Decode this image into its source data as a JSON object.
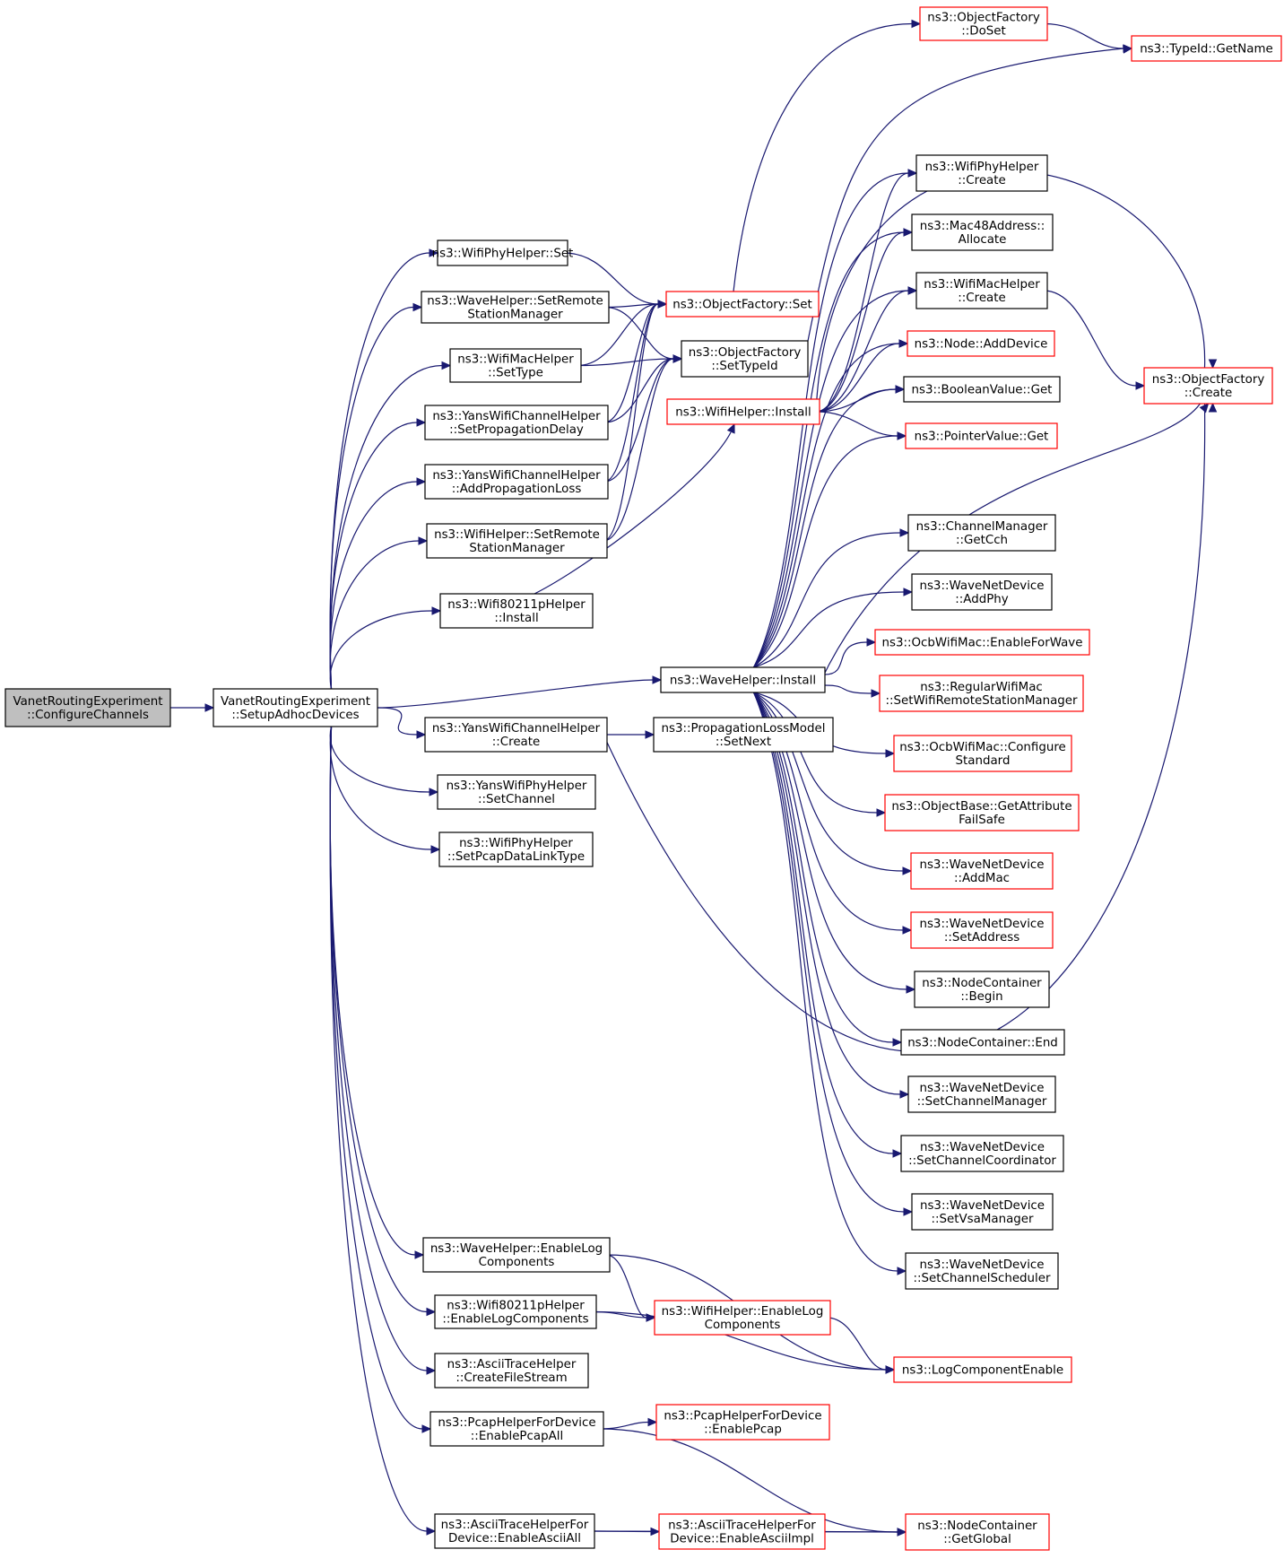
{
  "diagram": {
    "title": "",
    "nodes": [
      {
        "id": "configure_channels",
        "lines": [
          "VanetRoutingExperiment",
          "::ConfigureChannels"
        ],
        "style": "root"
      },
      {
        "id": "setup_adhoc_devices",
        "lines": [
          "VanetRoutingExperiment",
          "::SetupAdhocDevices"
        ],
        "style": "normal"
      },
      {
        "id": "wifiphyhelper_set",
        "lines": [
          "ns3::WifiPhyHelper::Set"
        ],
        "style": "normal"
      },
      {
        "id": "wavehelper_setremote",
        "lines": [
          "ns3::WaveHelper::SetRemote",
          "StationManager"
        ],
        "style": "normal"
      },
      {
        "id": "wifimachelper_settype",
        "lines": [
          "ns3::WifiMacHelper",
          "::SetType"
        ],
        "style": "normal"
      },
      {
        "id": "yans_setpropdelay",
        "lines": [
          "ns3::YansWifiChannelHelper",
          "::SetPropagationDelay"
        ],
        "style": "normal"
      },
      {
        "id": "yans_addproploss",
        "lines": [
          "ns3::YansWifiChannelHelper",
          "::AddPropagationLoss"
        ],
        "style": "normal"
      },
      {
        "id": "wifihelper_setremote",
        "lines": [
          "ns3::WifiHelper::SetRemote",
          "StationManager"
        ],
        "style": "normal"
      },
      {
        "id": "wifi80211p_install",
        "lines": [
          "ns3::Wifi80211pHelper",
          "::Install"
        ],
        "style": "normal"
      },
      {
        "id": "yans_create",
        "lines": [
          "ns3::YansWifiChannelHelper",
          "::Create"
        ],
        "style": "normal"
      },
      {
        "id": "yansphy_setchannel",
        "lines": [
          "ns3::YansWifiPhyHelper",
          "::SetChannel"
        ],
        "style": "normal"
      },
      {
        "id": "wifiphy_setpcap",
        "lines": [
          "ns3::WifiPhyHelper",
          "::SetPcapDataLinkType"
        ],
        "style": "normal"
      },
      {
        "id": "wavehelper_enablelog",
        "lines": [
          "ns3::WaveHelper::EnableLog",
          "Components"
        ],
        "style": "normal"
      },
      {
        "id": "wifi80211p_enablelog",
        "lines": [
          "ns3::Wifi80211pHelper",
          "::EnableLogComponents"
        ],
        "style": "normal"
      },
      {
        "id": "ascii_createfilestream",
        "lines": [
          "ns3::AsciiTraceHelper",
          "::CreateFileStream"
        ],
        "style": "normal"
      },
      {
        "id": "pcapdev_enablepcapall",
        "lines": [
          "ns3::PcapHelperForDevice",
          "::EnablePcapAll"
        ],
        "style": "normal"
      },
      {
        "id": "asciidev_enableasciiall",
        "lines": [
          "ns3::AsciiTraceHelperFor",
          "Device::EnableAsciiAll"
        ],
        "style": "normal"
      },
      {
        "id": "objectfactory_doset",
        "lines": [
          "ns3::ObjectFactory",
          "::DoSet"
        ],
        "style": "ext"
      },
      {
        "id": "typeid_getname",
        "lines": [
          "ns3::TypeId::GetName"
        ],
        "style": "ext"
      },
      {
        "id": "objectfactory_set",
        "lines": [
          "ns3::ObjectFactory::Set"
        ],
        "style": "ext"
      },
      {
        "id": "objectfactory_settypeid",
        "lines": [
          "ns3::ObjectFactory",
          "::SetTypeId"
        ],
        "style": "normal"
      },
      {
        "id": "wifihelper_install",
        "lines": [
          "ns3::WifiHelper::Install"
        ],
        "style": "ext"
      },
      {
        "id": "wavehelper_install",
        "lines": [
          "ns3::WaveHelper::Install"
        ],
        "style": "normal"
      },
      {
        "id": "proploss_setnext",
        "lines": [
          "ns3::PropagationLossModel",
          "::SetNext"
        ],
        "style": "normal"
      },
      {
        "id": "wifihelper_enablelog",
        "lines": [
          "ns3::WifiHelper::EnableLog",
          "Components"
        ],
        "style": "ext"
      },
      {
        "id": "logcomponentenable",
        "lines": [
          "ns3::LogComponentEnable"
        ],
        "style": "ext"
      },
      {
        "id": "pcapdev_enablepcap",
        "lines": [
          "ns3::PcapHelperForDevice",
          "::EnablePcap"
        ],
        "style": "ext"
      },
      {
        "id": "asciidev_enableasciiimpl",
        "lines": [
          "ns3::AsciiTraceHelperFor",
          "Device::EnableAsciiImpl"
        ],
        "style": "ext"
      },
      {
        "id": "nodecontainer_getglobal",
        "lines": [
          "ns3::NodeContainer",
          "::GetGlobal"
        ],
        "style": "ext"
      },
      {
        "id": "wifiphyhelper_create",
        "lines": [
          "ns3::WifiPhyHelper",
          "::Create"
        ],
        "style": "normal"
      },
      {
        "id": "mac48_allocate",
        "lines": [
          "ns3::Mac48Address::",
          "Allocate"
        ],
        "style": "normal"
      },
      {
        "id": "wifimachelper_create",
        "lines": [
          "ns3::WifiMacHelper",
          "::Create"
        ],
        "style": "normal"
      },
      {
        "id": "node_adddevice",
        "lines": [
          "ns3::Node::AddDevice"
        ],
        "style": "ext"
      },
      {
        "id": "booleanvalue_get",
        "lines": [
          "ns3::BooleanValue::Get"
        ],
        "style": "normal"
      },
      {
        "id": "pointervalue_get",
        "lines": [
          "ns3::PointerValue::Get"
        ],
        "style": "ext"
      },
      {
        "id": "objectfactory_create",
        "lines": [
          "ns3::ObjectFactory",
          "::Create"
        ],
        "style": "ext"
      },
      {
        "id": "channelmanager_getcch",
        "lines": [
          "ns3::ChannelManager",
          "::GetCch"
        ],
        "style": "normal"
      },
      {
        "id": "wavenetdevice_addphy",
        "lines": [
          "ns3::WaveNetDevice",
          "::AddPhy"
        ],
        "style": "normal"
      },
      {
        "id": "ocb_enableforwave",
        "lines": [
          "ns3::OcbWifiMac::EnableForWave"
        ],
        "style": "ext"
      },
      {
        "id": "regularwifimac_setremote",
        "lines": [
          "ns3::RegularWifiMac",
          "::SetWifiRemoteStationManager"
        ],
        "style": "ext"
      },
      {
        "id": "ocb_configurestandard",
        "lines": [
          "ns3::OcbWifiMac::Configure",
          "Standard"
        ],
        "style": "ext"
      },
      {
        "id": "objectbase_getattrfailsafe",
        "lines": [
          "ns3::ObjectBase::GetAttribute",
          "FailSafe"
        ],
        "style": "ext"
      },
      {
        "id": "wavenetdevice_addmac",
        "lines": [
          "ns3::WaveNetDevice",
          "::AddMac"
        ],
        "style": "ext"
      },
      {
        "id": "wavenetdevice_setaddress",
        "lines": [
          "ns3::WaveNetDevice",
          "::SetAddress"
        ],
        "style": "ext"
      },
      {
        "id": "nodecontainer_begin",
        "lines": [
          "ns3::NodeContainer",
          "::Begin"
        ],
        "style": "normal"
      },
      {
        "id": "nodecontainer_end",
        "lines": [
          "ns3::NodeContainer::End"
        ],
        "style": "normal"
      },
      {
        "id": "wavenetdevice_setchannelmanager",
        "lines": [
          "ns3::WaveNetDevice",
          "::SetChannelManager"
        ],
        "style": "normal"
      },
      {
        "id": "wavenetdevice_setchannelcoordinator",
        "lines": [
          "ns3::WaveNetDevice",
          "::SetChannelCoordinator"
        ],
        "style": "normal"
      },
      {
        "id": "wavenetdevice_setvsamanager",
        "lines": [
          "ns3::WaveNetDevice",
          "::SetVsaManager"
        ],
        "style": "normal"
      },
      {
        "id": "wavenetdevice_setchannelscheduler",
        "lines": [
          "ns3::WaveNetDevice",
          "::SetChannelScheduler"
        ],
        "style": "normal"
      }
    ],
    "edges": [
      [
        "configure_channels",
        "setup_adhoc_devices"
      ],
      [
        "setup_adhoc_devices",
        "wifiphyhelper_set"
      ],
      [
        "setup_adhoc_devices",
        "wavehelper_setremote"
      ],
      [
        "setup_adhoc_devices",
        "wifimachelper_settype"
      ],
      [
        "setup_adhoc_devices",
        "yans_setpropdelay"
      ],
      [
        "setup_adhoc_devices",
        "yans_addproploss"
      ],
      [
        "setup_adhoc_devices",
        "wifihelper_setremote"
      ],
      [
        "setup_adhoc_devices",
        "wifi80211p_install"
      ],
      [
        "setup_adhoc_devices",
        "wavehelper_install"
      ],
      [
        "setup_adhoc_devices",
        "yans_create"
      ],
      [
        "setup_adhoc_devices",
        "yansphy_setchannel"
      ],
      [
        "setup_adhoc_devices",
        "wifiphy_setpcap"
      ],
      [
        "setup_adhoc_devices",
        "wavehelper_enablelog"
      ],
      [
        "setup_adhoc_devices",
        "wifi80211p_enablelog"
      ],
      [
        "setup_adhoc_devices",
        "ascii_createfilestream"
      ],
      [
        "setup_adhoc_devices",
        "pcapdev_enablepcapall"
      ],
      [
        "setup_adhoc_devices",
        "asciidev_enableasciiall"
      ],
      [
        "wifiphyhelper_set",
        "objectfactory_set"
      ],
      [
        "wavehelper_setremote",
        "objectfactory_set"
      ],
      [
        "wavehelper_setremote",
        "objectfactory_settypeid"
      ],
      [
        "wifimachelper_settype",
        "objectfactory_set"
      ],
      [
        "wifimachelper_settype",
        "objectfactory_settypeid"
      ],
      [
        "yans_setpropdelay",
        "objectfactory_set"
      ],
      [
        "yans_setpropdelay",
        "objectfactory_settypeid"
      ],
      [
        "yans_addproploss",
        "objectfactory_set"
      ],
      [
        "yans_addproploss",
        "objectfactory_settypeid"
      ],
      [
        "wifihelper_setremote",
        "objectfactory_set"
      ],
      [
        "wifihelper_setremote",
        "objectfactory_settypeid"
      ],
      [
        "wifi80211p_install",
        "wifihelper_install"
      ],
      [
        "objectfactory_set",
        "objectfactory_doset"
      ],
      [
        "objectfactory_doset",
        "typeid_getname"
      ],
      [
        "objectfactory_settypeid",
        "typeid_getname"
      ],
      [
        "wifihelper_install",
        "wifiphyhelper_create"
      ],
      [
        "wifihelper_install",
        "mac48_allocate"
      ],
      [
        "wifihelper_install",
        "wifimachelper_create"
      ],
      [
        "wifihelper_install",
        "node_adddevice"
      ],
      [
        "wifihelper_install",
        "booleanvalue_get"
      ],
      [
        "wifihelper_install",
        "pointervalue_get"
      ],
      [
        "wifihelper_install",
        "objectfactory_create"
      ],
      [
        "wifimachelper_create",
        "objectfactory_create"
      ],
      [
        "yans_create",
        "proploss_setnext"
      ],
      [
        "yans_create",
        "objectfactory_create"
      ],
      [
        "wavehelper_install",
        "wifiphyhelper_create"
      ],
      [
        "wavehelper_install",
        "mac48_allocate"
      ],
      [
        "wavehelper_install",
        "wifimachelper_create"
      ],
      [
        "wavehelper_install",
        "node_adddevice"
      ],
      [
        "wavehelper_install",
        "booleanvalue_get"
      ],
      [
        "wavehelper_install",
        "pointervalue_get"
      ],
      [
        "wavehelper_install",
        "objectfactory_create"
      ],
      [
        "wavehelper_install",
        "channelmanager_getcch"
      ],
      [
        "wavehelper_install",
        "wavenetdevice_addphy"
      ],
      [
        "wavehelper_install",
        "ocb_enableforwave"
      ],
      [
        "wavehelper_install",
        "regularwifimac_setremote"
      ],
      [
        "wavehelper_install",
        "ocb_configurestandard"
      ],
      [
        "wavehelper_install",
        "objectbase_getattrfailsafe"
      ],
      [
        "wavehelper_install",
        "wavenetdevice_addmac"
      ],
      [
        "wavehelper_install",
        "wavenetdevice_setaddress"
      ],
      [
        "wavehelper_install",
        "nodecontainer_begin"
      ],
      [
        "wavehelper_install",
        "nodecontainer_end"
      ],
      [
        "wavehelper_install",
        "wavenetdevice_setchannelmanager"
      ],
      [
        "wavehelper_install",
        "wavenetdevice_setchannelcoordinator"
      ],
      [
        "wavehelper_install",
        "wavenetdevice_setvsamanager"
      ],
      [
        "wavehelper_install",
        "wavenetdevice_setchannelscheduler"
      ],
      [
        "wavehelper_enablelog",
        "wifihelper_enablelog"
      ],
      [
        "wavehelper_enablelog",
        "logcomponentenable"
      ],
      [
        "wifi80211p_enablelog",
        "wifihelper_enablelog"
      ],
      [
        "wifi80211p_enablelog",
        "logcomponentenable"
      ],
      [
        "wifihelper_enablelog",
        "logcomponentenable"
      ],
      [
        "pcapdev_enablepcapall",
        "pcapdev_enablepcap"
      ],
      [
        "pcapdev_enablepcapall",
        "nodecontainer_getglobal"
      ],
      [
        "asciidev_enableasciiall",
        "asciidev_enableasciiimpl"
      ],
      [
        "asciidev_enableasciiall",
        "nodecontainer_getglobal"
      ],
      [
        "asciidev_enableasciiimpl",
        "nodecontainer_getglobal"
      ]
    ],
    "colors": {
      "edge": "#191970",
      "node_border": "#000000",
      "external_border": "#ff0000",
      "root_fill": "#bfbfbf",
      "background": "#ffffff"
    }
  }
}
